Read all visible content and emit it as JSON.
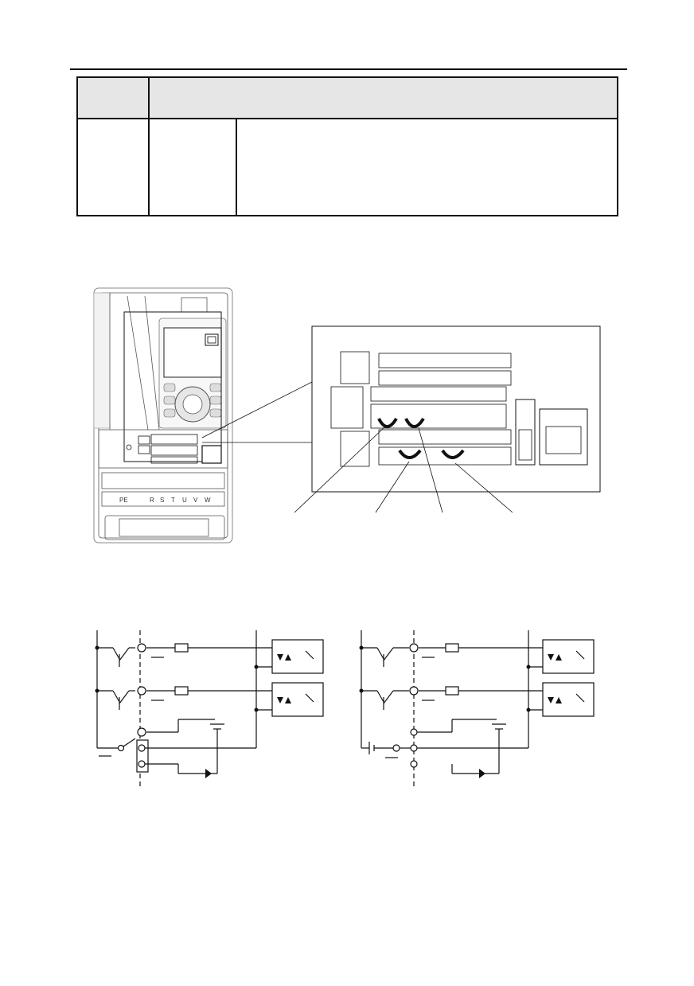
{
  "page": {
    "table": {
      "header_cells": [
        "",
        ""
      ],
      "body_cells": [
        "",
        "",
        ""
      ]
    },
    "figure_drive": {
      "terminal_labels": [
        "PE",
        "R",
        "S",
        "T",
        "U",
        "V",
        "W"
      ]
    },
    "figure_circuits": {
      "count": 2
    }
  }
}
